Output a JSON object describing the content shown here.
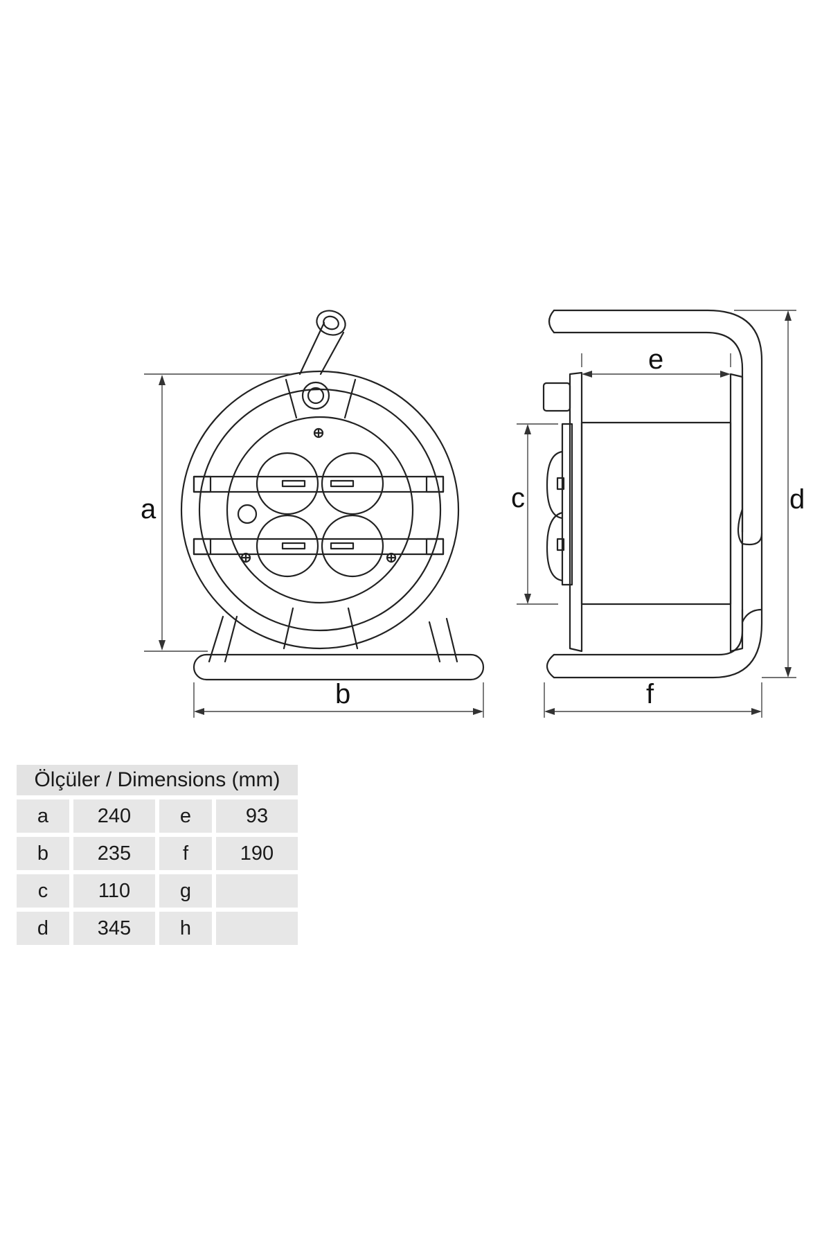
{
  "labels": {
    "a": "a",
    "b": "b",
    "c": "c",
    "d": "d",
    "e": "e",
    "f": "f"
  },
  "table": {
    "title": "Ölçüler / Dimensions (mm)",
    "rows": [
      {
        "k1": "a",
        "v1": "240",
        "k2": "e",
        "v2": "93"
      },
      {
        "k1": "b",
        "v1": "235",
        "k2": "f",
        "v2": "190"
      },
      {
        "k1": "c",
        "v1": "110",
        "k2": "g",
        "v2": ""
      },
      {
        "k1": "d",
        "v1": "345",
        "k2": "h",
        "v2": ""
      }
    ]
  }
}
